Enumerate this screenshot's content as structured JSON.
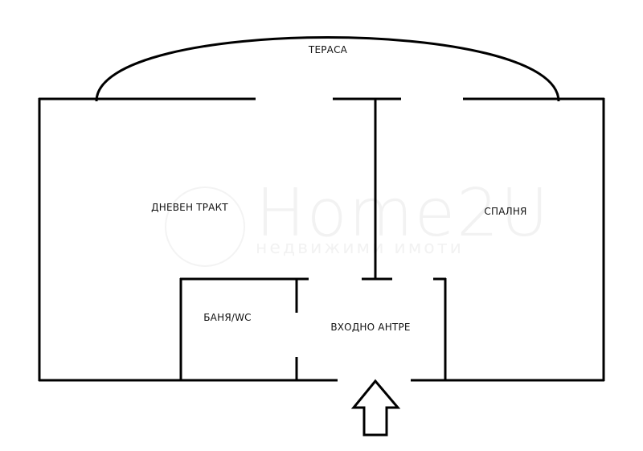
{
  "floor_plan": {
    "rooms": [
      {
        "id": "terrace",
        "label": "ТЕРАСА"
      },
      {
        "id": "living",
        "label": "ДНЕВЕН ТРАКТ"
      },
      {
        "id": "bedroom",
        "label": "СПАЛНЯ"
      },
      {
        "id": "bathroom",
        "label": "БАНЯ/WC"
      },
      {
        "id": "entrance",
        "label": "ВХОДНО АНТРЕ"
      }
    ],
    "entrance_arrow": "arrow-up-icon"
  },
  "watermark": {
    "brand": "Home2U",
    "tagline": "недвижими имоти"
  },
  "colors": {
    "wall": "#000000",
    "background": "#ffffff",
    "watermark": "#f2f2f2"
  }
}
